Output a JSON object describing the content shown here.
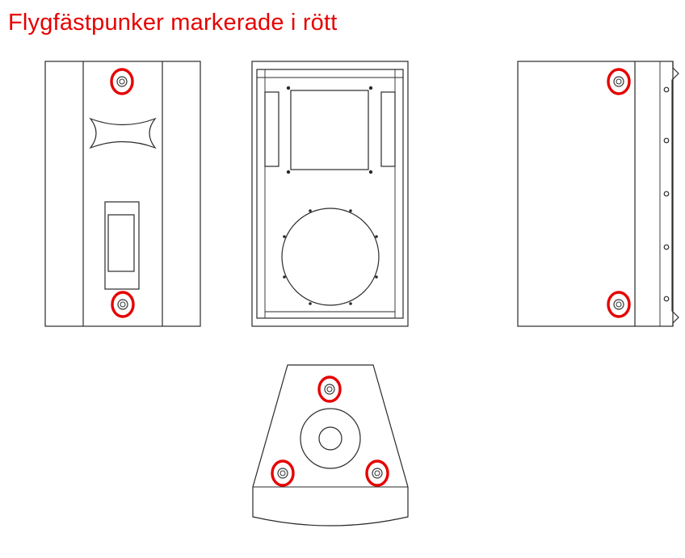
{
  "title": "Flygfästpunker markerade i rött",
  "colors": {
    "marker": "#e60000",
    "line": "#2a2a2a",
    "background": "#ffffff"
  },
  "views": [
    {
      "name": "front-view",
      "fly_points": 2
    },
    {
      "name": "rear-view",
      "fly_points": 0
    },
    {
      "name": "side-view",
      "fly_points": 2
    },
    {
      "name": "top-view",
      "fly_points": 3
    }
  ]
}
